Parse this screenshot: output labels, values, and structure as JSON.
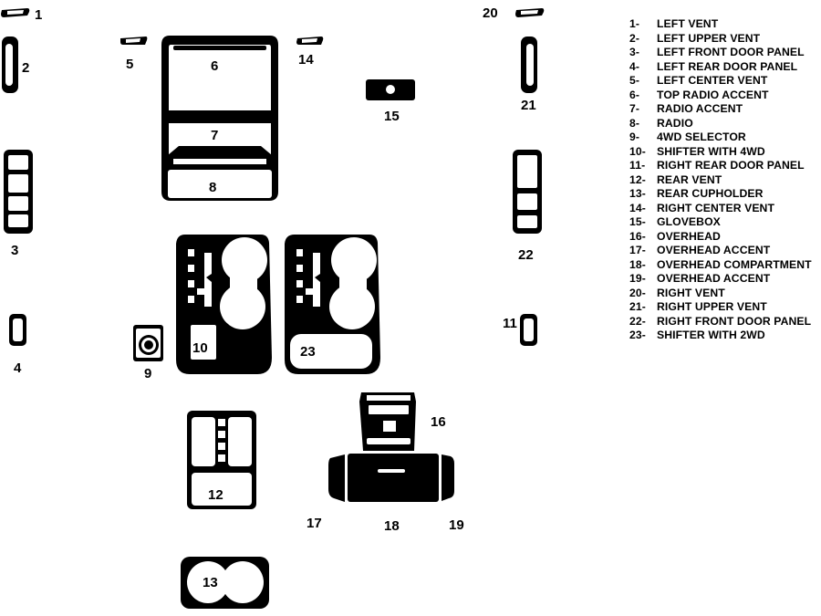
{
  "parts": [
    {
      "number": "1-",
      "label": "LEFT VENT"
    },
    {
      "number": "2-",
      "label": "LEFT UPPER VENT"
    },
    {
      "number": "3-",
      "label": "LEFT FRONT DOOR PANEL"
    },
    {
      "number": "4-",
      "label": "LEFT REAR DOOR PANEL"
    },
    {
      "number": "5-",
      "label": "LEFT CENTER VENT"
    },
    {
      "number": "6-",
      "label": "TOP RADIO ACCENT"
    },
    {
      "number": "7-",
      "label": "RADIO ACCENT"
    },
    {
      "number": "8-",
      "label": "RADIO"
    },
    {
      "number": "9-",
      "label": "4WD SELECTOR"
    },
    {
      "number": "10-",
      "label": "SHIFTER WITH 4WD"
    },
    {
      "number": "11-",
      "label": "RIGHT REAR DOOR PANEL"
    },
    {
      "number": "12-",
      "label": "REAR VENT"
    },
    {
      "number": "13-",
      "label": "REAR CUPHOLDER"
    },
    {
      "number": "14-",
      "label": "RIGHT CENTER VENT"
    },
    {
      "number": "15-",
      "label": "GLOVEBOX"
    },
    {
      "number": "16-",
      "label": "OVERHEAD"
    },
    {
      "number": "17-",
      "label": "OVERHEAD ACCENT"
    },
    {
      "number": "18-",
      "label": "OVERHEAD COMPARTMENT"
    },
    {
      "number": "19-",
      "label": "OVERHEAD ACCENT"
    },
    {
      "number": "20-",
      "label": "RIGHT VENT"
    },
    {
      "number": "21-",
      "label": "RIGHT UPPER VENT"
    },
    {
      "number": "22-",
      "label": "RIGHT FRONT DOOR PANEL"
    },
    {
      "number": "23-",
      "label": "SHIFTER WITH 2WD"
    }
  ],
  "callouts": {
    "n1": "1",
    "n2": "2",
    "n3": "3",
    "n4": "4",
    "n5": "5",
    "n6": "6",
    "n7": "7",
    "n8": "8",
    "n9": "9",
    "n10": "10",
    "n11": "11",
    "n12": "12",
    "n13": "13",
    "n14": "14",
    "n15": "15",
    "n16": "16",
    "n17": "17",
    "n18": "18",
    "n19": "19",
    "n20": "20",
    "n21": "21",
    "n22": "22",
    "n23": "23"
  }
}
